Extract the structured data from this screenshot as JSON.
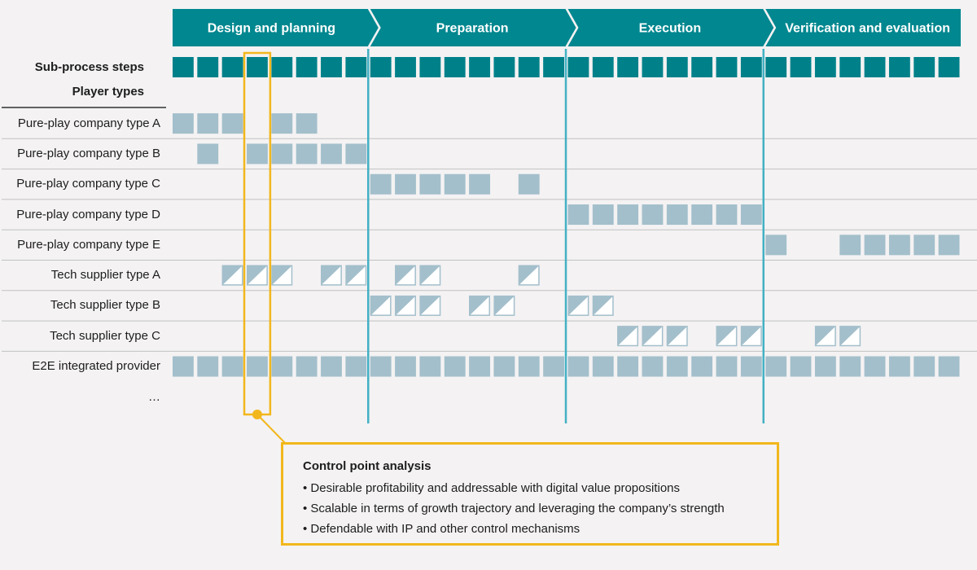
{
  "phases": [
    {
      "label": "Design and planning"
    },
    {
      "label": "Preparation"
    },
    {
      "label": "Execution"
    },
    {
      "label": "Verification and evaluation"
    }
  ],
  "steps_per_phase": 8,
  "header": {
    "sub_process_steps": "Sub-process steps",
    "player_types": "Player types"
  },
  "rows": [
    {
      "label": "Pure-play company type A",
      "kind": "solid",
      "steps": [
        0,
        1,
        2,
        4,
        5
      ]
    },
    {
      "label": "Pure-play company type B",
      "kind": "solid",
      "steps": [
        1,
        3,
        4,
        5,
        6,
        7
      ]
    },
    {
      "label": "Pure-play company type C",
      "kind": "solid",
      "steps": [
        8,
        9,
        10,
        11,
        12,
        14
      ]
    },
    {
      "label": "Pure-play company type D",
      "kind": "solid",
      "steps": [
        16,
        17,
        18,
        19,
        20,
        21,
        22,
        23
      ]
    },
    {
      "label": "Pure-play company type E",
      "kind": "solid",
      "steps": [
        24,
        27,
        28,
        29,
        30,
        31
      ]
    },
    {
      "label": "Tech supplier type A",
      "kind": "hatched",
      "steps": [
        2,
        3,
        4,
        6,
        7,
        9,
        10,
        14
      ]
    },
    {
      "label": "Tech supplier type B",
      "kind": "hatched",
      "steps": [
        8,
        9,
        10,
        12,
        13,
        16,
        17
      ]
    },
    {
      "label": "Tech supplier type C",
      "kind": "hatched",
      "steps": [
        18,
        19,
        20,
        22,
        23,
        26,
        27
      ]
    },
    {
      "label": "E2E integrated provider",
      "kind": "solid",
      "steps": [
        0,
        1,
        2,
        3,
        4,
        5,
        6,
        7,
        8,
        9,
        10,
        11,
        12,
        13,
        14,
        15,
        16,
        17,
        18,
        19,
        20,
        21,
        22,
        23,
        24,
        25,
        26,
        27,
        28,
        29,
        30,
        31
      ]
    }
  ],
  "more_rows": "…",
  "highlight": {
    "step": 3
  },
  "callout": {
    "title": "Control point analysis",
    "bullets": [
      "Desirable profitability and addressable with digital value propositions",
      "Scalable in terms of growth trajectory and leveraging the company’s strength",
      "Defendable with IP and other control mechanisms"
    ]
  },
  "colors": {
    "header_teal": "#00878f",
    "step_teal": "#00818a",
    "cell_blue": "#a3bfcb",
    "divider_teal": "#43b1c4",
    "highlight_yellow": "#f2b71c",
    "row_line": "#c2c2c2"
  }
}
